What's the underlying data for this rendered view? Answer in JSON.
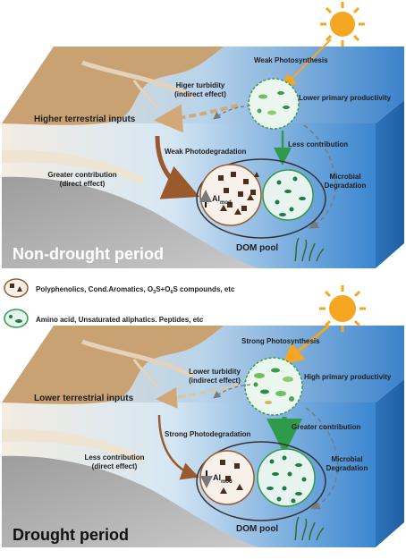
{
  "colors": {
    "ocean_deep": "#2f7fcd",
    "ocean_light": "#d7e9f5",
    "land": "#c8a272",
    "sun": "#f5a623",
    "terrestrial_arrow": "#9a5a2e",
    "marine_arrow": "#2e9a4a",
    "microbial_arrow": "#7a7a7a"
  },
  "top_panel": {
    "title": "Non-drought period",
    "sun_label": "Weak Photosynthesis",
    "turbidity": [
      "Higer turbidity",
      "(indirect effect)"
    ],
    "productivity": "Lower primary productivity",
    "terrestrial": "Higher terrestrial inputs",
    "less_contribution": "Less contribution",
    "photodegradation": "Weak Photodegradation",
    "direct": [
      "Greater contribution",
      "(direct effect)"
    ],
    "microbial": [
      "Microbial",
      "Degradation"
    ],
    "ai_base": "AI",
    "ai_sub": "mod",
    "dom_pool": "DOM pool"
  },
  "legend": {
    "terrestrial_text": "Polyphenolics, Cond.Aromatics, O",
    "terrestrial_sub1": "3",
    "terrestrial_mid": "S+O",
    "terrestrial_sub2": "6",
    "terrestrial_end": "S compounds, etc",
    "marine_text": "Amino acid, Unsaturated aliphatics. Peptides, etc"
  },
  "bottom_panel": {
    "title": "Drought period",
    "sun_label": "Strong Photosynthesis",
    "turbidity": [
      "Lower turbidity",
      "(indirect effect)"
    ],
    "productivity": "High primary productivity",
    "terrestrial": "Lower terrestrial inputs",
    "greater_contribution": "Greater contribution",
    "photodegradation": "Strong Photodegradation",
    "direct": [
      "Less contribution",
      "(direct effect)"
    ],
    "microbial": [
      "Microbial",
      "Degradation"
    ],
    "ai_base": "AI",
    "ai_sub": "mod",
    "dom_pool": "DOM pool"
  }
}
